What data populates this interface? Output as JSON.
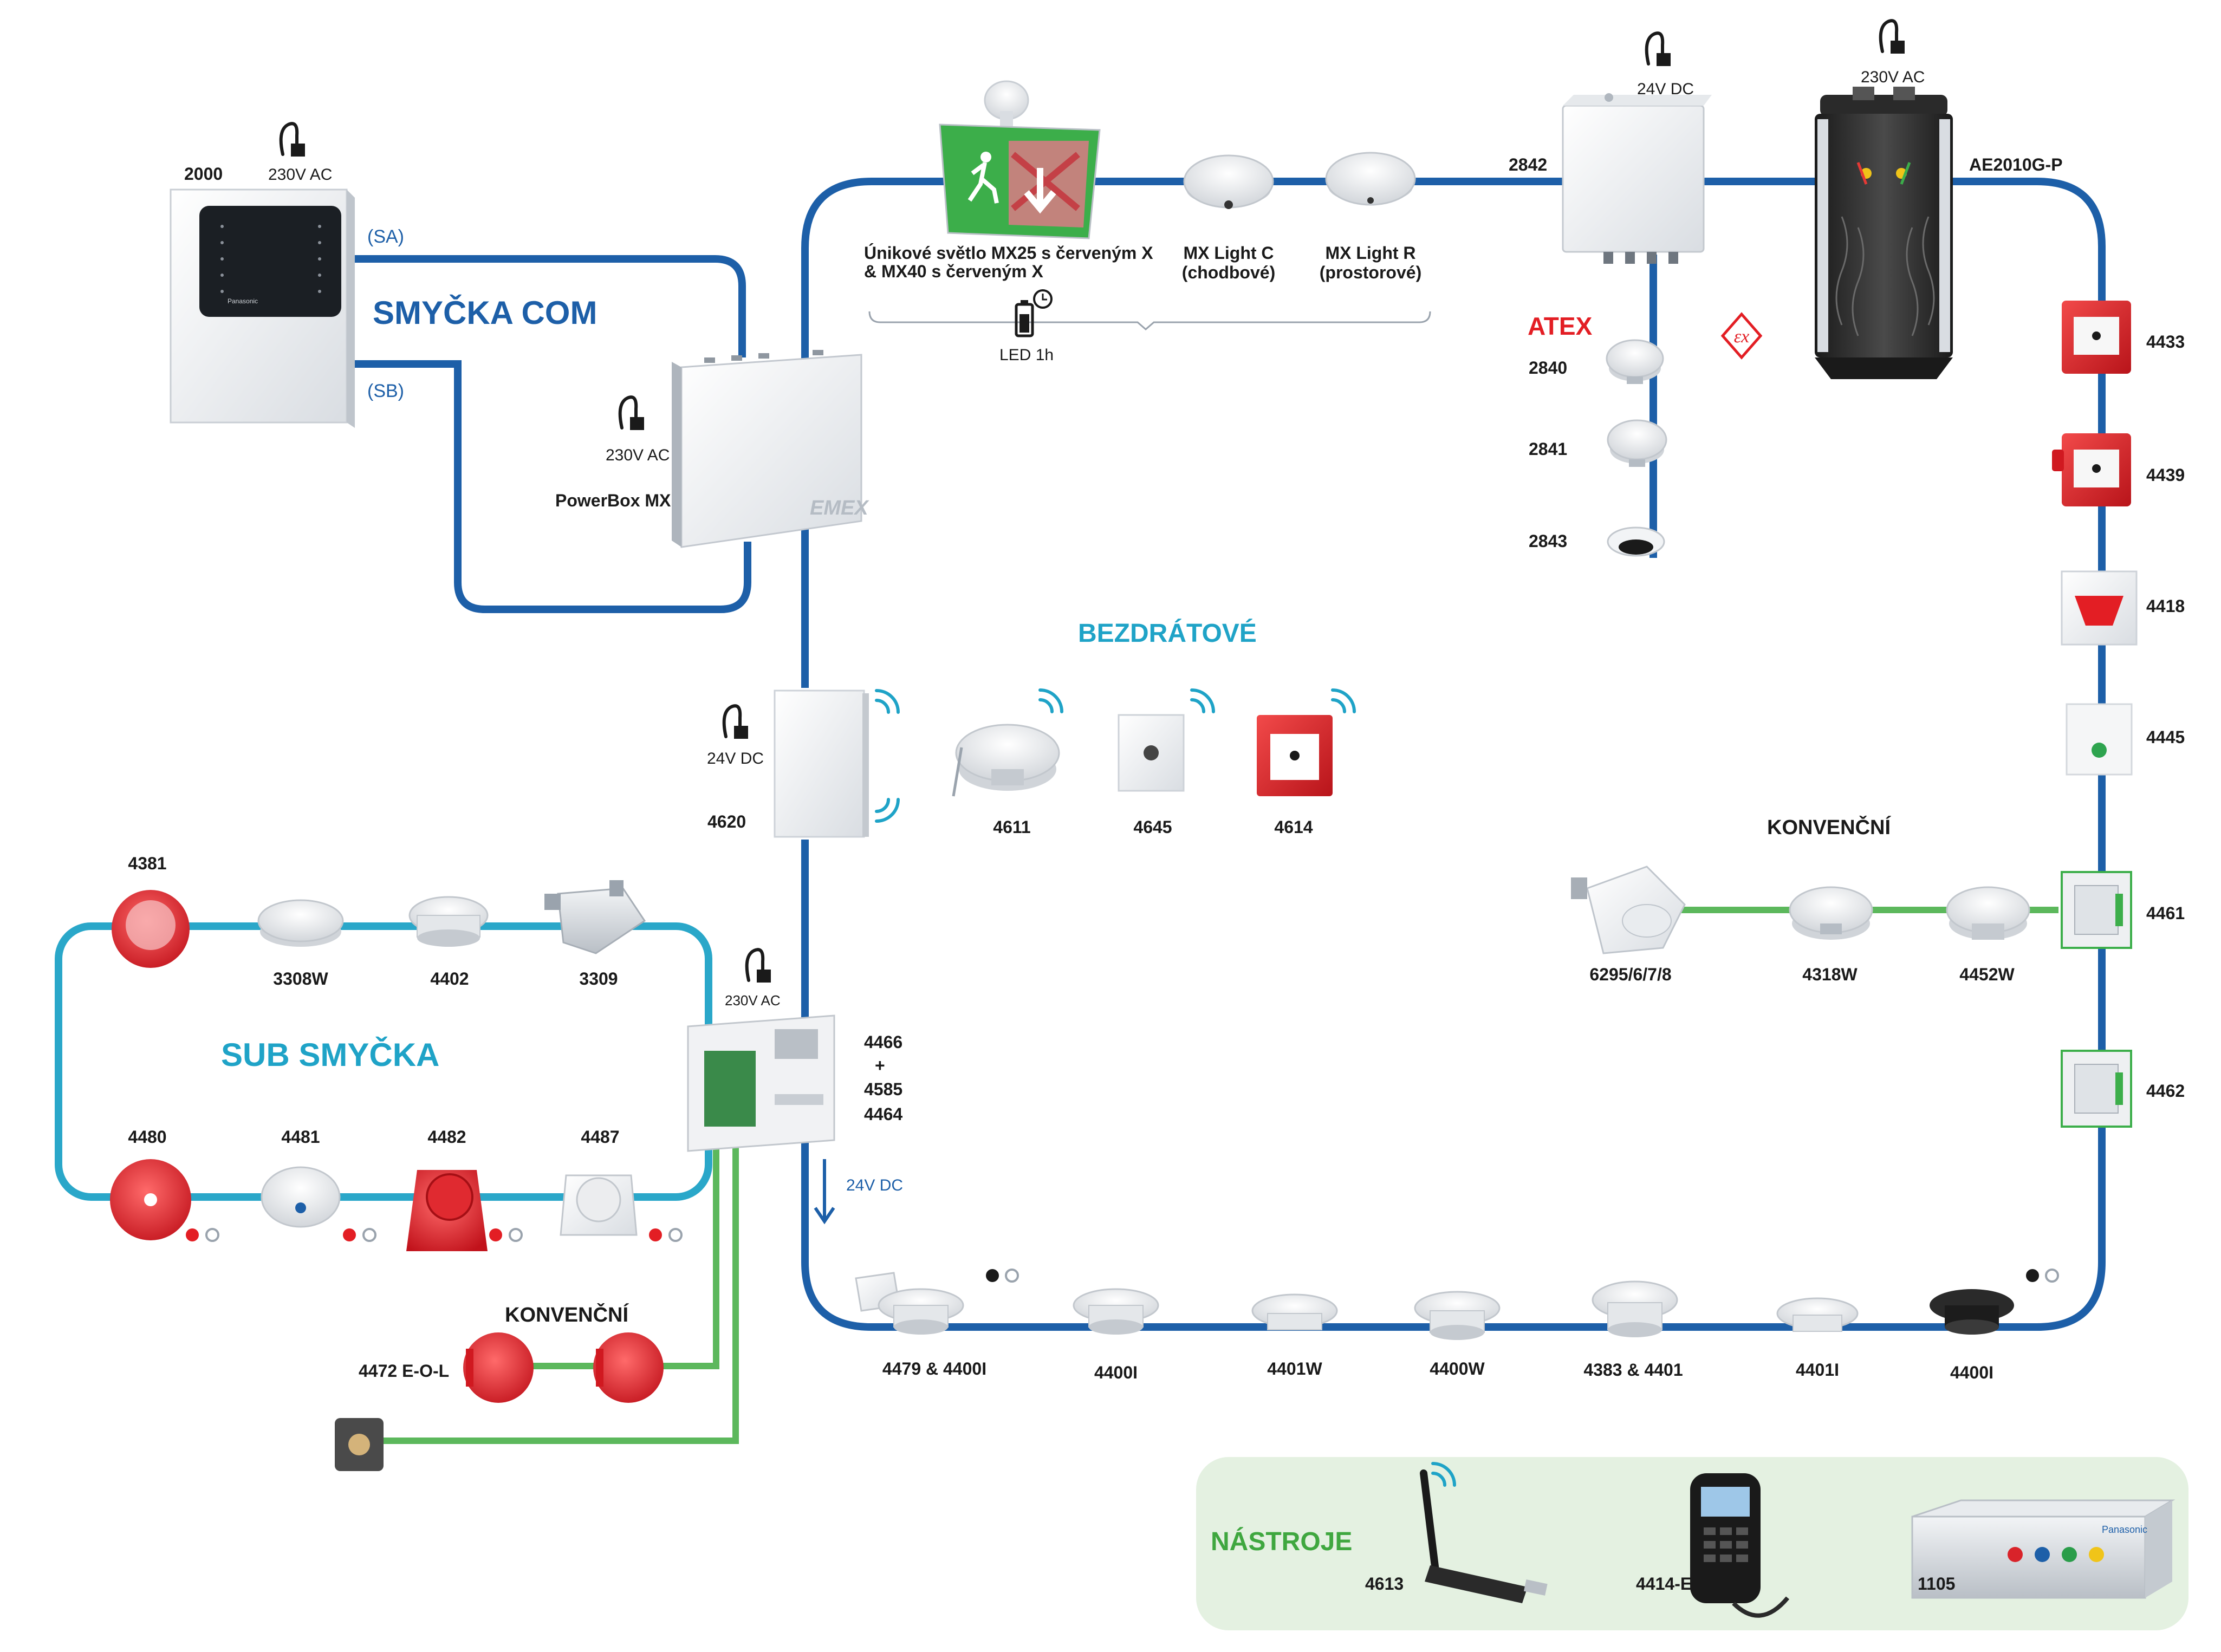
{
  "colors": {
    "main_loop": "#1d5fa8",
    "sub_loop": "#2aa7c9",
    "conventional": "#5cb85c",
    "title_blue": "#1d5fa8",
    "title_cyan": "#1fa3c7",
    "title_green": "#3fa73f",
    "atex_red": "#e31e24",
    "tools_bg": "#e4f1e1"
  },
  "titles": {
    "smycka_com": "SMYČKA COM",
    "sub_smycka": "SUB SMYČKA",
    "bezdratove": "BEZDRÁTOVÉ",
    "konvencni_right": "KONVENČNÍ",
    "konvencni_left": "KONVENČNÍ",
    "nastroje": "NÁSTROJE",
    "atex": "ATEX"
  },
  "power": {
    "panel": "230V AC",
    "powerbox": "230V AC",
    "box2842": "24V DC",
    "ae2010": "230V AC",
    "d4620": "24V DC",
    "d4466": "230V AC",
    "out_24v": "24V DC"
  },
  "loop_labels": {
    "sa": "(SA)",
    "sb": "(SB)"
  },
  "devices": {
    "panel": "2000",
    "powerbox": "PowerBox MX",
    "box2842": "2842",
    "ae2010": "AE2010G-P",
    "exit_light": [
      "Únikové světlo MX25 s červeným X",
      "& MX40 s červeným X"
    ],
    "exit_led": "LED 1h",
    "mx_light_c": [
      "MX Light C",
      "(chodbové)"
    ],
    "mx_light_r": [
      "MX Light R",
      "(prostorové)"
    ],
    "atex_items": [
      "2840",
      "2841",
      "2843"
    ],
    "right_column": [
      "4433",
      "4439",
      "4418",
      "4445",
      "4461",
      "4462"
    ],
    "conventional_right": [
      "6295/6/7/8",
      "4318W",
      "4452W"
    ],
    "wireless": [
      "4620",
      "4611",
      "4645",
      "4614"
    ],
    "sub_top": [
      "4381",
      "3308W",
      "4402",
      "3309"
    ],
    "sub_bottom": [
      "4480",
      "4481",
      "4482",
      "4487"
    ],
    "controller": [
      "4466",
      "+",
      "4585",
      "4464"
    ],
    "conventional_left": "4472 E-O-L",
    "bottom_row": [
      "4479 & 4400I",
      "4400I",
      "4401W",
      "4400W",
      "4383 & 4401",
      "4401I",
      "4400I"
    ],
    "tools": [
      "4613",
      "4414-E",
      "1105"
    ]
  },
  "logos": {
    "panel_brand": "Panasonic",
    "powerbox_brand": "EMEX",
    "tools_brand": "Panasonic"
  }
}
